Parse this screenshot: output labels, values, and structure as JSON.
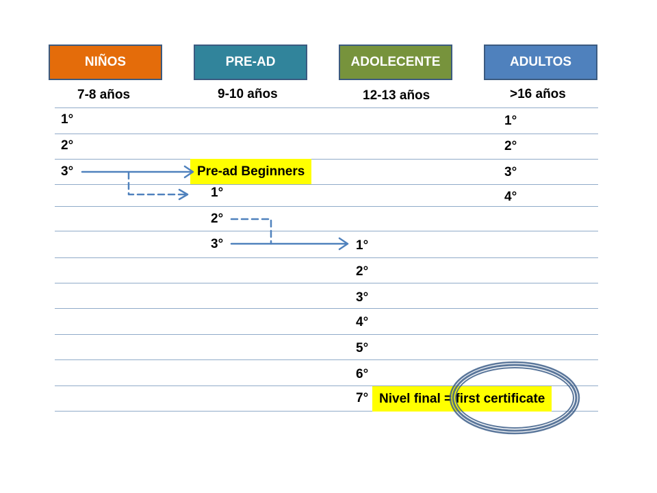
{
  "headers": {
    "ninos": "NIÑOS",
    "pread": "PRE-AD",
    "adolecente": "ADOLECENTE",
    "adultos": "ADULTOS"
  },
  "header_colors": {
    "ninos": "#e46c0a",
    "pread": "#31849b",
    "adolecente": "#77933c",
    "adultos": "#4f81bd"
  },
  "ages": {
    "ninos": "7-8 años",
    "pread": "9-10 años",
    "adolecente": "12-13 años",
    "adultos": ">16 años"
  },
  "levels": {
    "ninos": [
      "1°",
      "2°",
      "3°"
    ],
    "pread": [
      "1°",
      "2°",
      "3°"
    ],
    "adolecente": [
      "1°",
      "2°",
      "3°",
      "4°",
      "5°",
      "6°",
      "7°"
    ],
    "adultos": [
      "1°",
      "2°",
      "3°",
      "4°"
    ]
  },
  "notes": {
    "pread_beginners": "Pre-ad Beginners",
    "final_level": "Nivel final = first certificate"
  },
  "accent": {
    "arrow": "#4f81bd",
    "highlight": "#ffff00",
    "ellipse": "#3e5f8a"
  }
}
